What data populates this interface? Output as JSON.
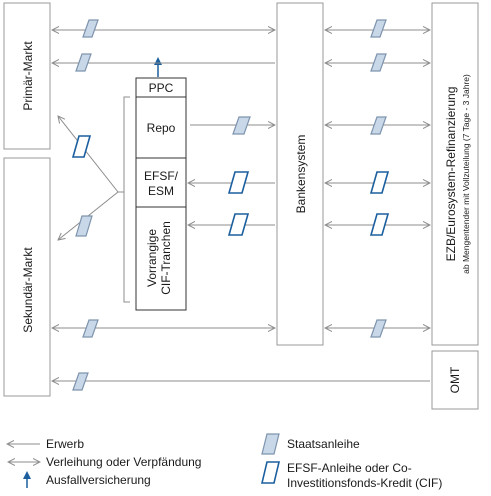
{
  "boxes": {
    "primaer_markt": "Primär-Markt",
    "sekundaer_markt": "Sekundär-Markt",
    "bankensystem": "Bankensystem",
    "ezb_line1": "EZB/Eurosystem-Refinanzierung",
    "ezb_line2": "ab Mengentender mit Vollzuteilung (7 Tage - 3 Jahre)",
    "omt": "OMT"
  },
  "instruments": {
    "ppc": "PPC",
    "repo": "Repo",
    "efsf_esm_line1": "EFSF/",
    "efsf_esm_line2": "ESM",
    "cif_line1": "Vorrangige",
    "cif_line2": "CIF-Tranchen"
  },
  "legend": {
    "erwerb": "Erwerb",
    "verleihung": "Verleihung oder Verpfändung",
    "ausfall": "Ausfallversicherung",
    "staatsanleihe": "Staatsanleihe",
    "efsf_line1": "EFSF-Anleihe oder Co-",
    "efsf_line2": "Investitionsfonds-Kredit (CIF)"
  },
  "colors": {
    "line": "#8c8c8c",
    "box_border": "#999999",
    "text": "#1a1a1a",
    "staatsanleihe_fill": "#c9d8e8",
    "staatsanleihe_stroke": "#7d93ad",
    "efsf_stroke": "#1b5f9e",
    "ausfall_arrow": "#1b5f9e"
  }
}
